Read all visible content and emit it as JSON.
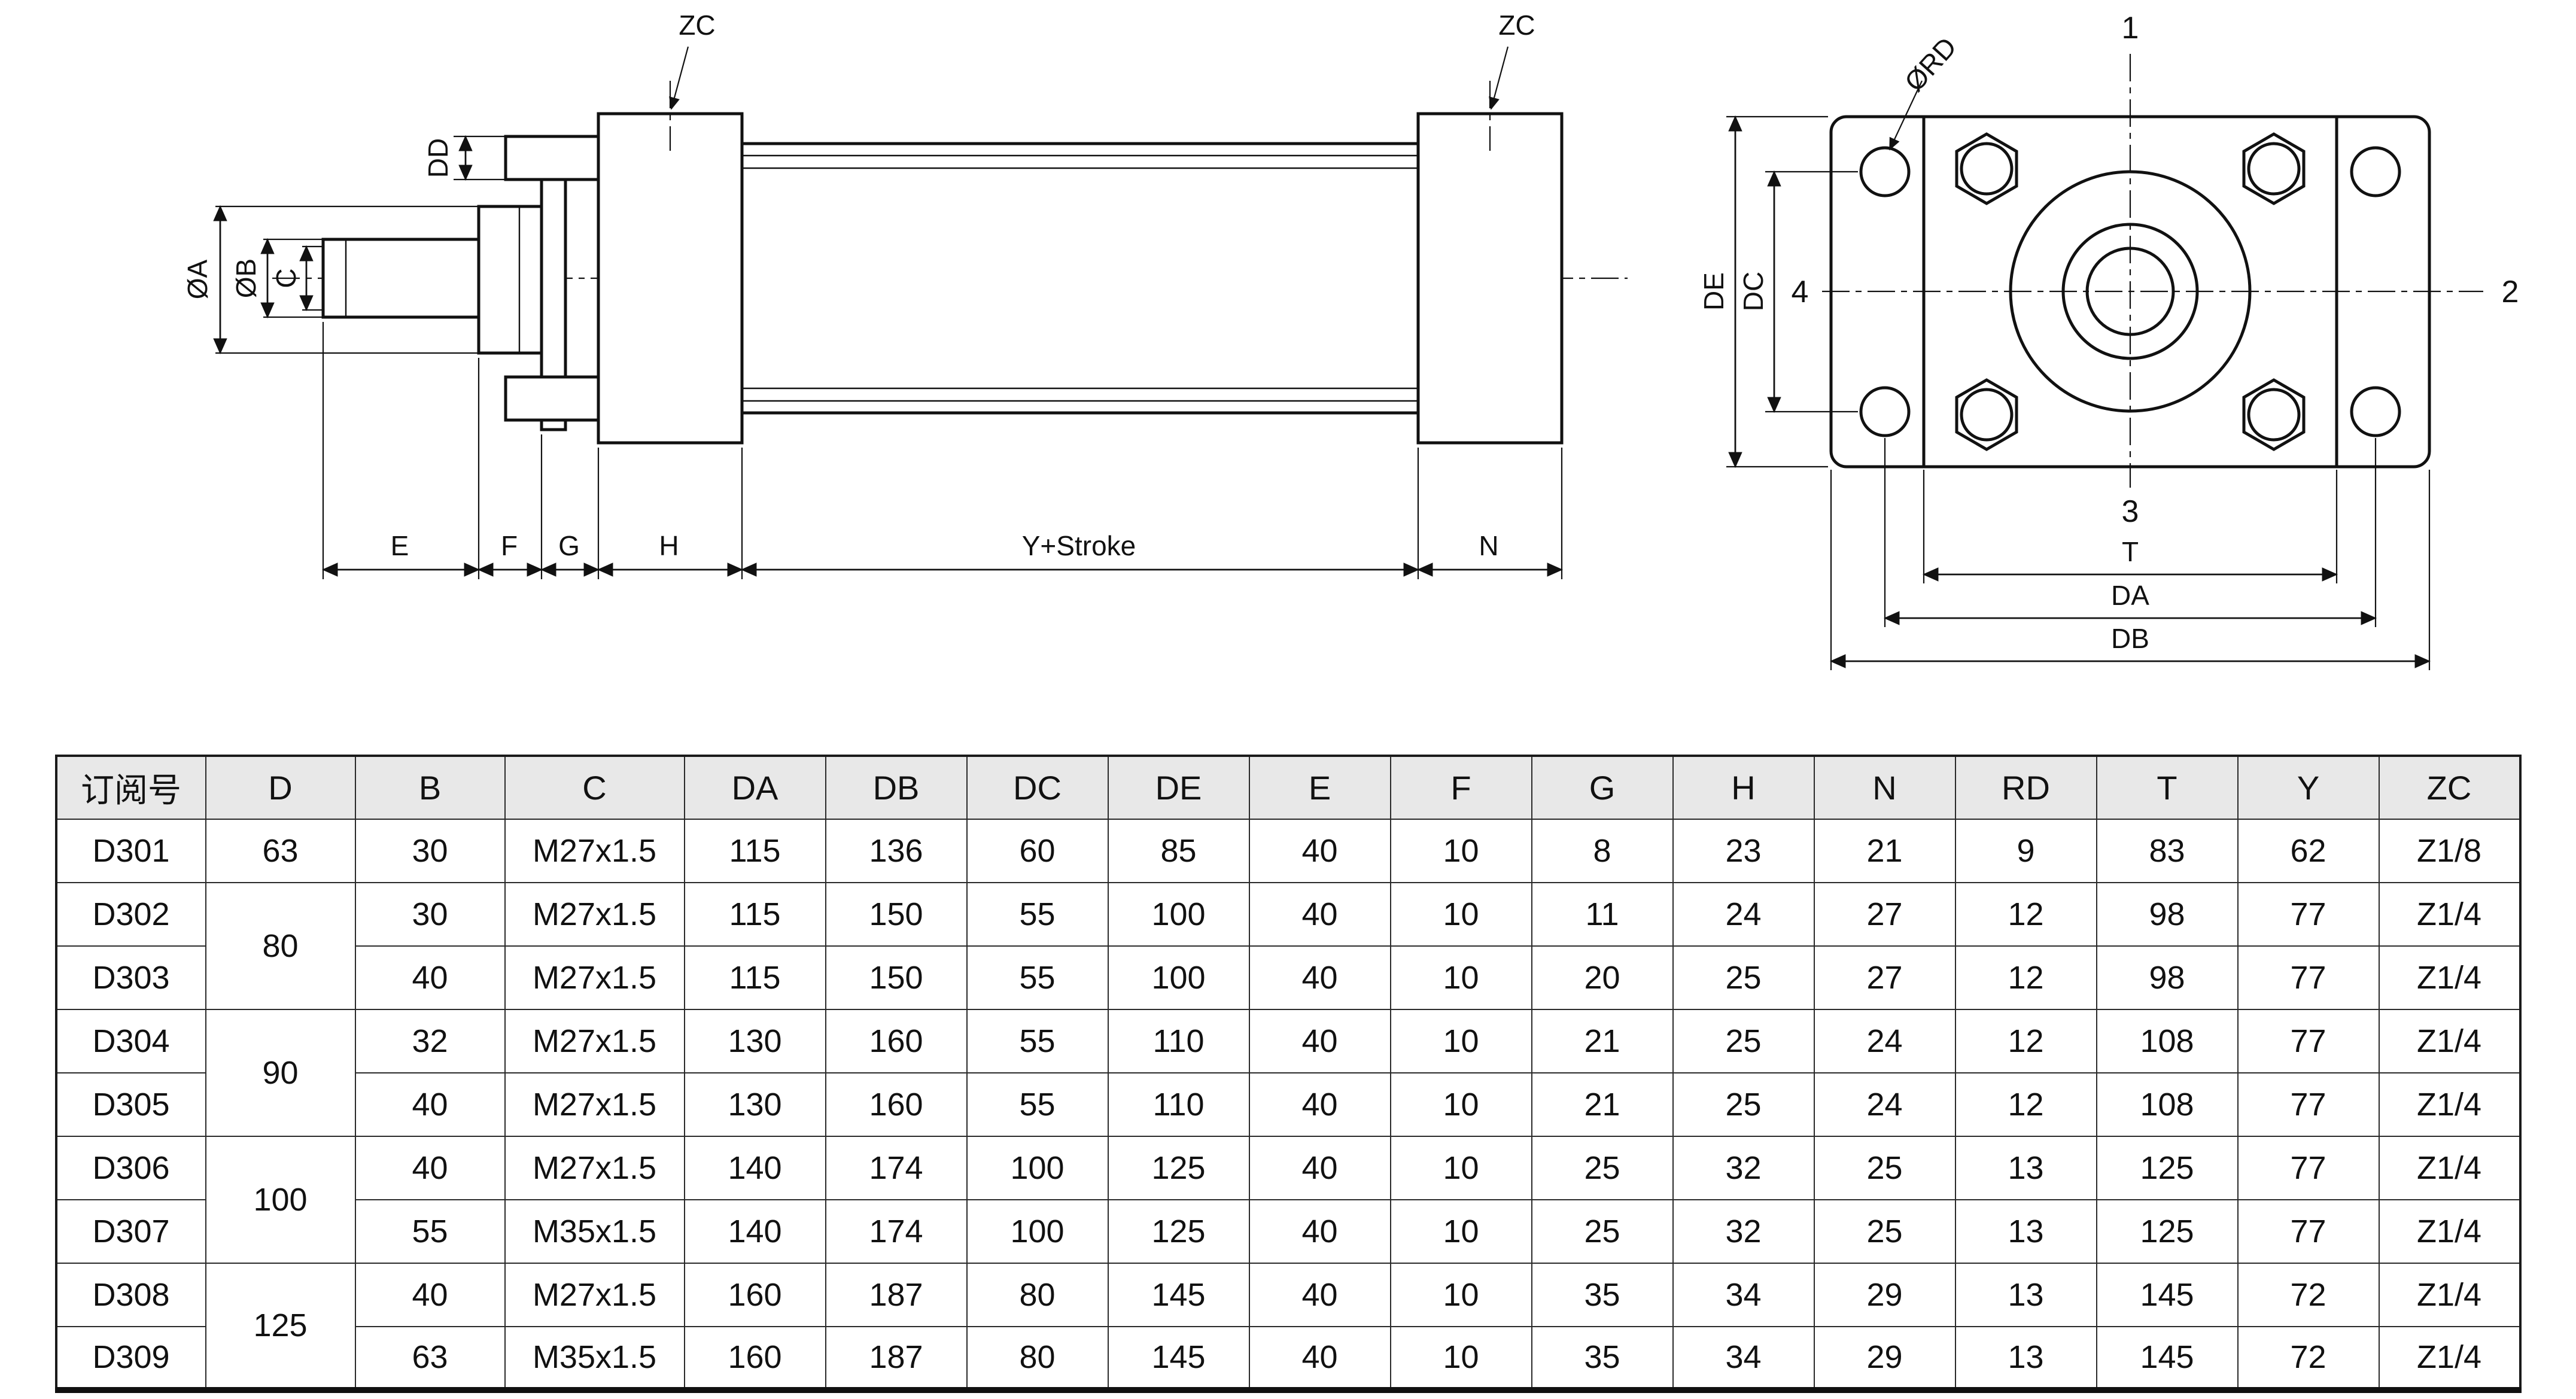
{
  "colors": {
    "line": "#111111",
    "table_header_bg": "#e8e8e8",
    "background": "#ffffff"
  },
  "drawing": {
    "side": {
      "zc_front": "ZC",
      "zc_rear": "ZC",
      "dd": "DD",
      "phi_a": "ØA",
      "phi_b": "ØB",
      "c": "C",
      "e": "E",
      "f": "F",
      "g": "G",
      "h": "H",
      "y_stroke": "Y+Stroke",
      "n": "N"
    },
    "front": {
      "phi_rd": "ØRD",
      "n1": "1",
      "n2": "2",
      "n3": "3",
      "n4": "4",
      "de": "DE",
      "dc": "DC",
      "t": "T",
      "da": "DA",
      "db": "DB"
    }
  },
  "table": {
    "headers": [
      "订阅号",
      "D",
      "B",
      "C",
      "DA",
      "DB",
      "DC",
      "DE",
      "E",
      "F",
      "G",
      "H",
      "N",
      "RD",
      "T",
      "Y",
      "ZC"
    ],
    "rows": [
      {
        "id": "D301",
        "d": "63",
        "b": "30",
        "c": "M27x1.5",
        "da": "115",
        "db": "136",
        "dc": "60",
        "de": "85",
        "e": "40",
        "f": "10",
        "g": "8",
        "h": "23",
        "n": "21",
        "rd": "9",
        "t": "83",
        "y": "62",
        "zc": "Z1/8"
      },
      {
        "id": "D302",
        "d": "80",
        "b": "30",
        "c": "M27x1.5",
        "da": "115",
        "db": "150",
        "dc": "55",
        "de": "100",
        "e": "40",
        "f": "10",
        "g": "11",
        "h": "24",
        "n": "27",
        "rd": "12",
        "t": "98",
        "y": "77",
        "zc": "Z1/4"
      },
      {
        "id": "D303",
        "b": "40",
        "c": "M27x1.5",
        "da": "115",
        "db": "150",
        "dc": "55",
        "de": "100",
        "e": "40",
        "f": "10",
        "g": "20",
        "h": "25",
        "n": "27",
        "rd": "12",
        "t": "98",
        "y": "77",
        "zc": "Z1/4"
      },
      {
        "id": "D304",
        "d": "90",
        "b": "32",
        "c": "M27x1.5",
        "da": "130",
        "db": "160",
        "dc": "55",
        "de": "110",
        "e": "40",
        "f": "10",
        "g": "21",
        "h": "25",
        "n": "24",
        "rd": "12",
        "t": "108",
        "y": "77",
        "zc": "Z1/4"
      },
      {
        "id": "D305",
        "b": "40",
        "c": "M27x1.5",
        "da": "130",
        "db": "160",
        "dc": "55",
        "de": "110",
        "e": "40",
        "f": "10",
        "g": "21",
        "h": "25",
        "n": "24",
        "rd": "12",
        "t": "108",
        "y": "77",
        "zc": "Z1/4"
      },
      {
        "id": "D306",
        "d": "100",
        "b": "40",
        "c": "M27x1.5",
        "da": "140",
        "db": "174",
        "dc": "100",
        "de": "125",
        "e": "40",
        "f": "10",
        "g": "25",
        "h": "32",
        "n": "25",
        "rd": "13",
        "t": "125",
        "y": "77",
        "zc": "Z1/4"
      },
      {
        "id": "D307",
        "b": "55",
        "c": "M35x1.5",
        "da": "140",
        "db": "174",
        "dc": "100",
        "de": "125",
        "e": "40",
        "f": "10",
        "g": "25",
        "h": "32",
        "n": "25",
        "rd": "13",
        "t": "125",
        "y": "77",
        "zc": "Z1/4"
      },
      {
        "id": "D308",
        "d": "125",
        "b": "40",
        "c": "M27x1.5",
        "da": "160",
        "db": "187",
        "dc": "80",
        "de": "145",
        "e": "40",
        "f": "10",
        "g": "35",
        "h": "34",
        "n": "29",
        "rd": "13",
        "t": "145",
        "y": "72",
        "zc": "Z1/4"
      },
      {
        "id": "D309",
        "b": "63",
        "c": "M35x1.5",
        "da": "160",
        "db": "187",
        "dc": "80",
        "de": "145",
        "e": "40",
        "f": "10",
        "g": "35",
        "h": "34",
        "n": "29",
        "rd": "13",
        "t": "145",
        "y": "72",
        "zc": "Z1/4"
      }
    ]
  }
}
